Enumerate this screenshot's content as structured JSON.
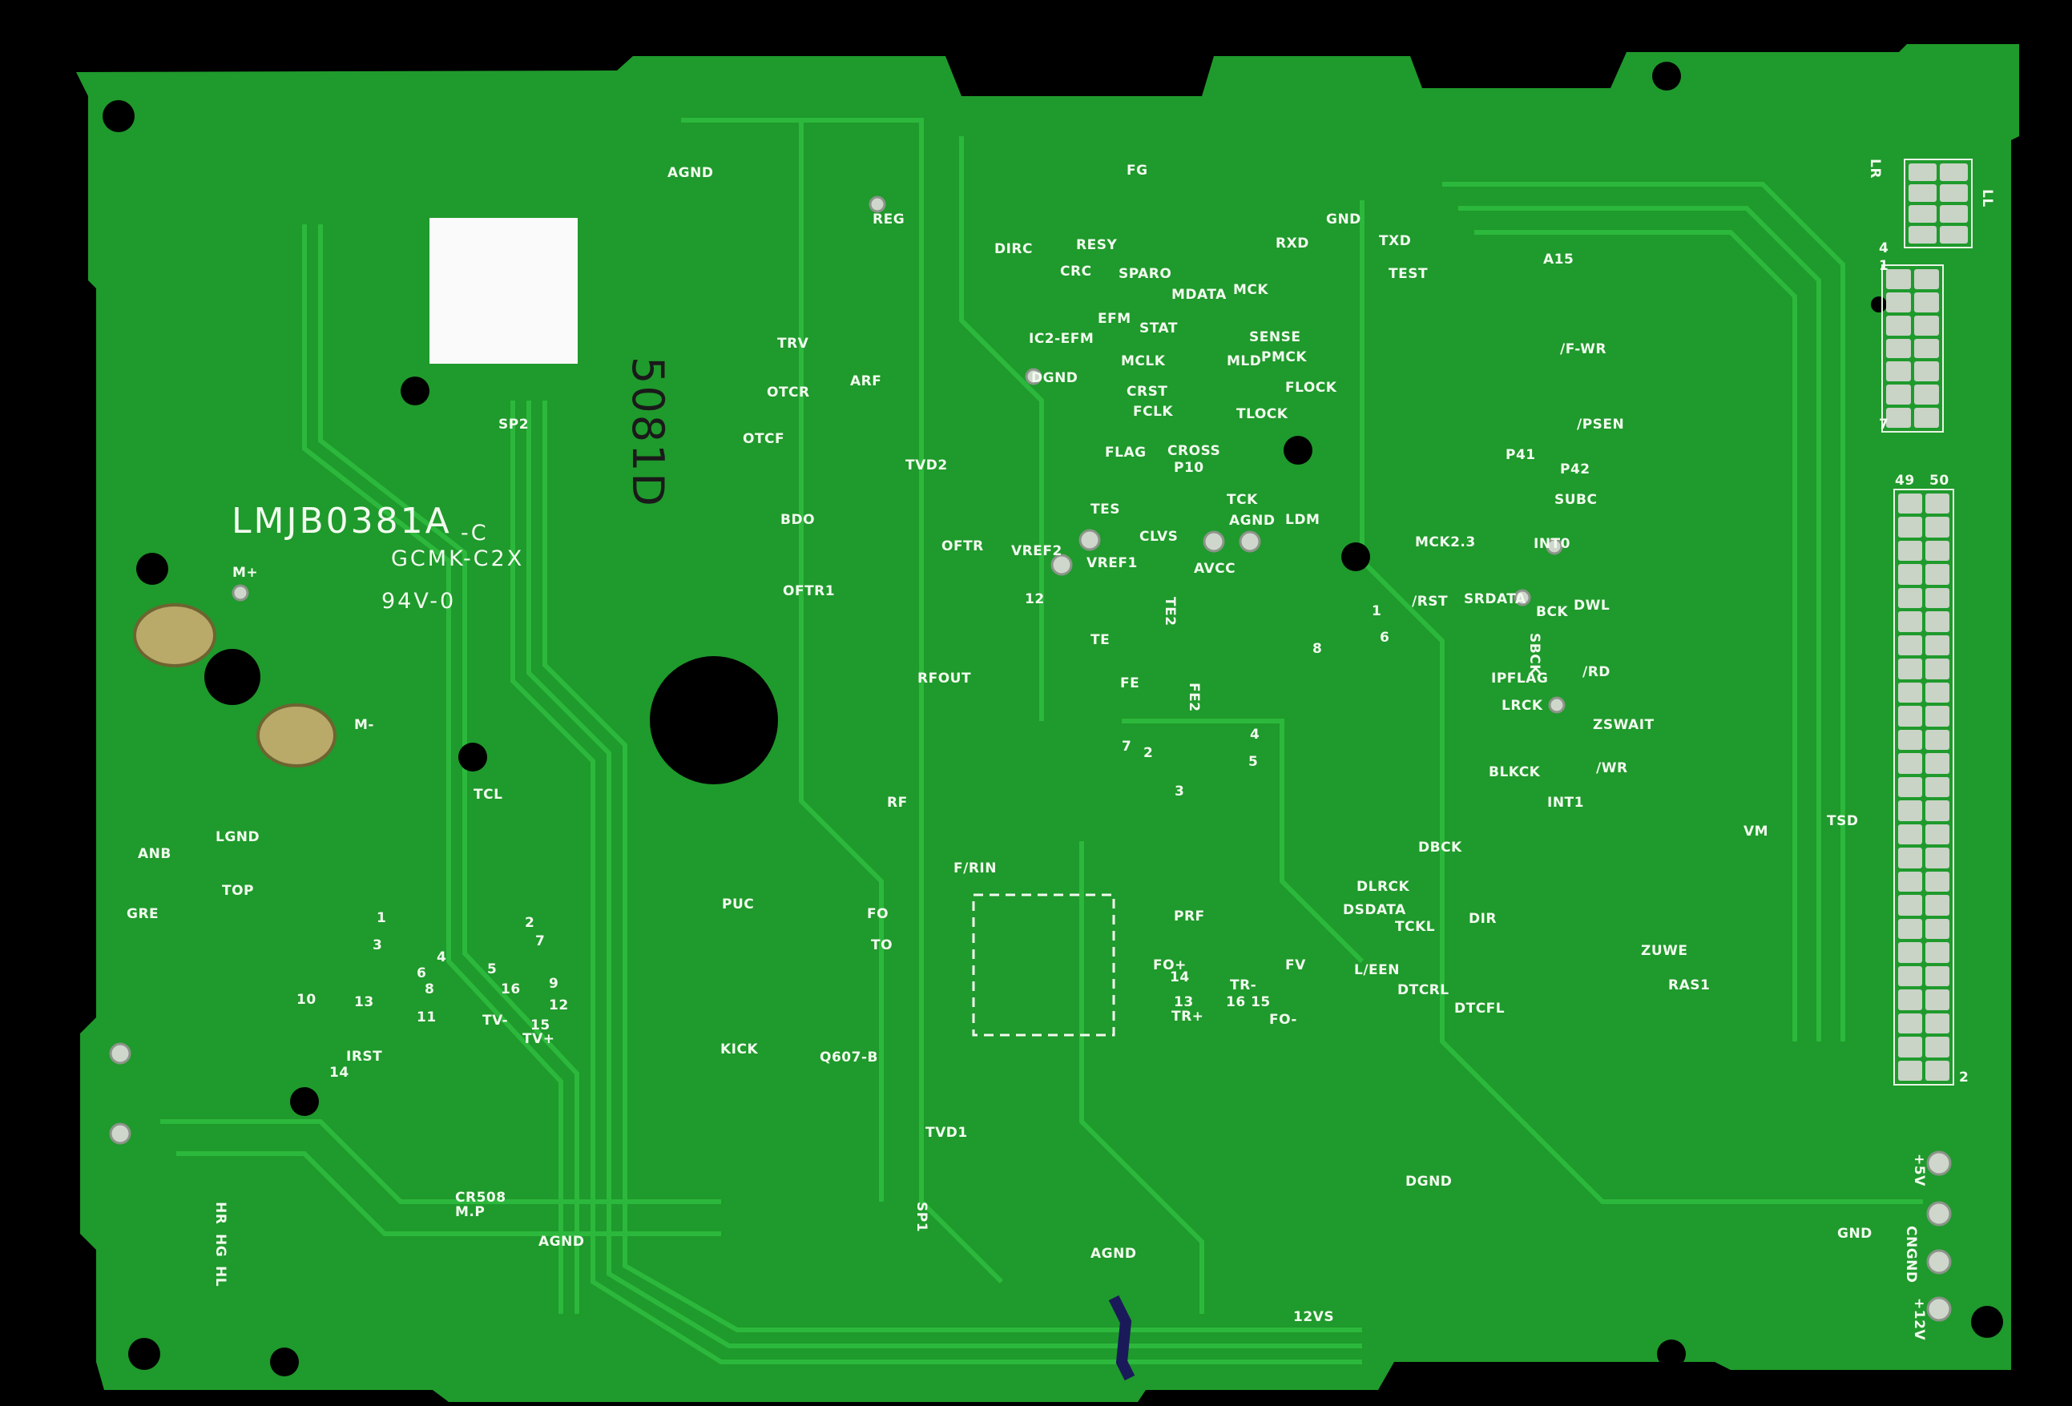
{
  "board": {
    "part_number": "LMJB0381A",
    "revision": "-C",
    "maker_code": "GCMK-C2X",
    "flammability": "94V-0",
    "stamp": "5081D",
    "colors": {
      "substrate": "#1f9a2c",
      "trace": "#27b236",
      "silkscreen": "#f2fbef",
      "background": "#000000"
    }
  },
  "silkscreen": [
    "AGND",
    "REG",
    "FG",
    "GND",
    "RXD",
    "TXD",
    "DIRC",
    "RESY",
    "CRC",
    "SPARO",
    "TEST",
    "MDATA",
    "MCK",
    "EFM",
    "STAT",
    "SENSE",
    "IC2-EFM",
    "TRV",
    "MCLK",
    "MLD",
    "PMCK",
    "DGND",
    "ARF",
    "CRST",
    "FLOCK",
    "OTCR",
    "FCLK",
    "TLOCK",
    "SP2",
    "OTCF",
    "CROSS",
    "FLAG",
    "TVD2",
    "P10",
    "TCK",
    "TES",
    "AGND",
    "LDM",
    "BDO",
    "CLVS",
    "OFTR",
    "VREF2",
    "VREF1",
    "AVCC",
    "OFTR1",
    "12",
    "TE2",
    "TE",
    "FE",
    "FE2",
    "RFOUT",
    "M+",
    "M-",
    "TCL",
    "RF",
    "LGND",
    "ANB",
    "TOP",
    "GRE",
    "PUC",
    "F/RIN",
    "FO",
    "TO",
    "PRF",
    "FO+",
    "14",
    "FV",
    "TR-",
    "13",
    "16 15",
    "TR+",
    "FO-",
    "KICK",
    "Q607-B",
    "TVD1",
    "SP1",
    "AGND",
    "12VS",
    "IRST",
    "14",
    "10",
    "13",
    "CR508",
    "M.P",
    "AGND",
    "HR",
    "HG",
    "HL",
    "TV-",
    "TV+",
    "A15",
    "/F-WR",
    "/PSEN",
    "P41",
    "P42",
    "SUBC",
    "INT0",
    "MCK2.3",
    "DWL",
    "/RST",
    "SRDATA",
    "BCK",
    "SBCK",
    "IPFLAG",
    "/RD",
    "LRCK",
    "ZSWAIT",
    "BLKCK",
    "/WR",
    "INT1",
    "VM",
    "TSD",
    "DBCK",
    "DLRCK",
    "DSDATA",
    "TCKL",
    "DIR",
    "L/EEN",
    "ZUWE",
    "DTCRL",
    "RAS1",
    "DTCFL",
    "DGND",
    "GND",
    "+5V",
    "CNGND",
    "+12V",
    "LR",
    "LL",
    "49",
    "50",
    "2",
    "1",
    "4",
    "7",
    "1",
    "2",
    "3",
    "4",
    "5",
    "6",
    "7",
    "8",
    "9",
    "11",
    "12",
    "15",
    "16",
    "8",
    "1",
    "6",
    "7",
    "2",
    "4",
    "5",
    "3"
  ]
}
